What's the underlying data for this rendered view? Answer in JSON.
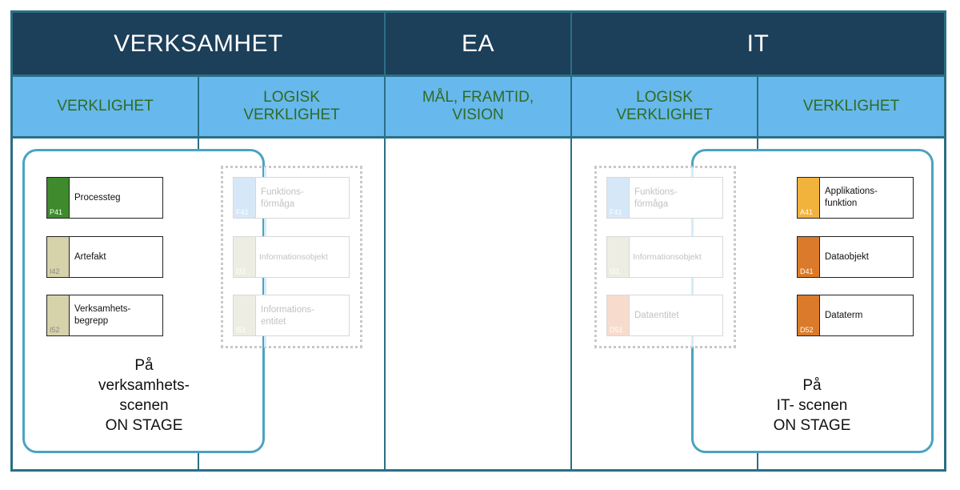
{
  "header": {
    "verksamhet": "VERKSAMHET",
    "ea": "EA",
    "it": "IT"
  },
  "subheader": {
    "verklighet_left": "VERKLIGHET",
    "logisk_left": "LOGISK\nVERKLIGHET",
    "mal": "MÅL, FRAMTID,\nVISION",
    "logisk_right": "LOGISK\nVERKLIGHET",
    "verklighet_right": "VERKLIGHET"
  },
  "colors": {
    "header_bg": "#1c3f5a",
    "subheader_bg": "#67b8ec",
    "subheader_text": "#2f6b25",
    "frame": "#2a6f85",
    "stage_border": "#4aa3c2"
  },
  "cards": {
    "processteg": {
      "code": "P41",
      "label": "Processteg",
      "color": "#3e8a2c"
    },
    "artefakt": {
      "code": "I42",
      "label": "Artefakt",
      "color": "#d6d2aa"
    },
    "verksamhetsbegrepp": {
      "code": "I52",
      "label": "Verksamhets-\nbegrepp",
      "color": "#d6d2aa"
    },
    "funktionsformaga_left": {
      "code": "F41",
      "label": "Funktions-\nförmåga",
      "color": "#d6e8f8"
    },
    "informationsobjekt_left": {
      "code": "I31",
      "label": "Informationsobjekt",
      "color": "#eeede3"
    },
    "informationsentitet": {
      "code": "I51",
      "label": "Informations-\nentitet",
      "color": "#eeede3"
    },
    "funktionsformaga_right": {
      "code": "F41",
      "label": "Funktions-\nförmåga",
      "color": "#d6e8f8"
    },
    "informationsobjekt_right": {
      "code": "I31",
      "label": "Informationsobjekt",
      "color": "#eeede3"
    },
    "dataentitet": {
      "code": "D51",
      "label": "Dataentitet",
      "color": "#f7dccd"
    },
    "applikationsfunktion": {
      "code": "A41",
      "label": "Applikations-\nfunktion",
      "color": "#f2b33d"
    },
    "dataobjekt": {
      "code": "D41",
      "label": "Dataobjekt",
      "color": "#db7a2a"
    },
    "dataterm": {
      "code": "D52",
      "label": "Dataterm",
      "color": "#db7a2a"
    }
  },
  "stages": {
    "verksamhet": "På\nverksamhets-\nscenen\nON STAGE",
    "it": "På\nIT- scenen\nON STAGE"
  }
}
